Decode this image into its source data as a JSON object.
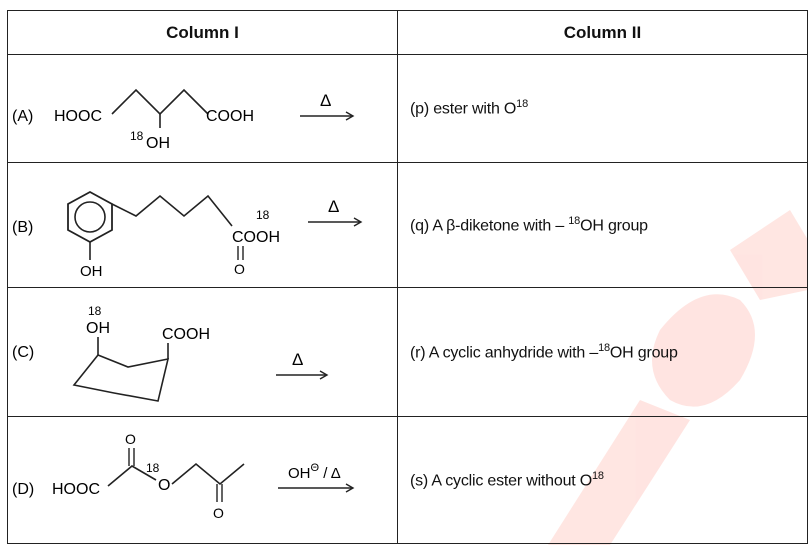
{
  "header": {
    "col1": "Column I",
    "col2": "Column II"
  },
  "rows": [
    {
      "label": "(A)",
      "left_group": "HOOC",
      "right_group": "COOH",
      "iso_oh_mass": "18",
      "iso_oh": "OH",
      "reagent": "Δ",
      "answer_prefix": "(p) ester with O",
      "answer_sup": "18",
      "answer_suffix": ""
    },
    {
      "label": "(B)",
      "oh": "OH",
      "cooh": "COOH",
      "iso_mass": "18",
      "carbonyl_o": "O",
      "reagent": "Δ",
      "answer_prefix": "(q) A β-diketone with – ",
      "answer_sup": "18",
      "answer_suffix": "OH group"
    },
    {
      "label": "(C)",
      "iso_mass": "18",
      "oh": "OH",
      "cooh": "COOH",
      "reagent": "Δ",
      "answer_prefix": "(r) A cyclic anhydride with –",
      "answer_sup": "18",
      "answer_suffix": "OH group"
    },
    {
      "label": "(D)",
      "left_group": "HOOC",
      "ester_o": "O",
      "iso_mass": "18",
      "ring_o": "O",
      "keto_o": "O",
      "reagent": "OH",
      "reagent_sup": "Θ",
      "reagent_suffix": " / Δ",
      "answer_prefix": "(s) A cyclic ester without O",
      "answer_sup": "18",
      "answer_suffix": ""
    }
  ],
  "colors": {
    "border": "#222222",
    "watermark": "#ff3b1f"
  }
}
